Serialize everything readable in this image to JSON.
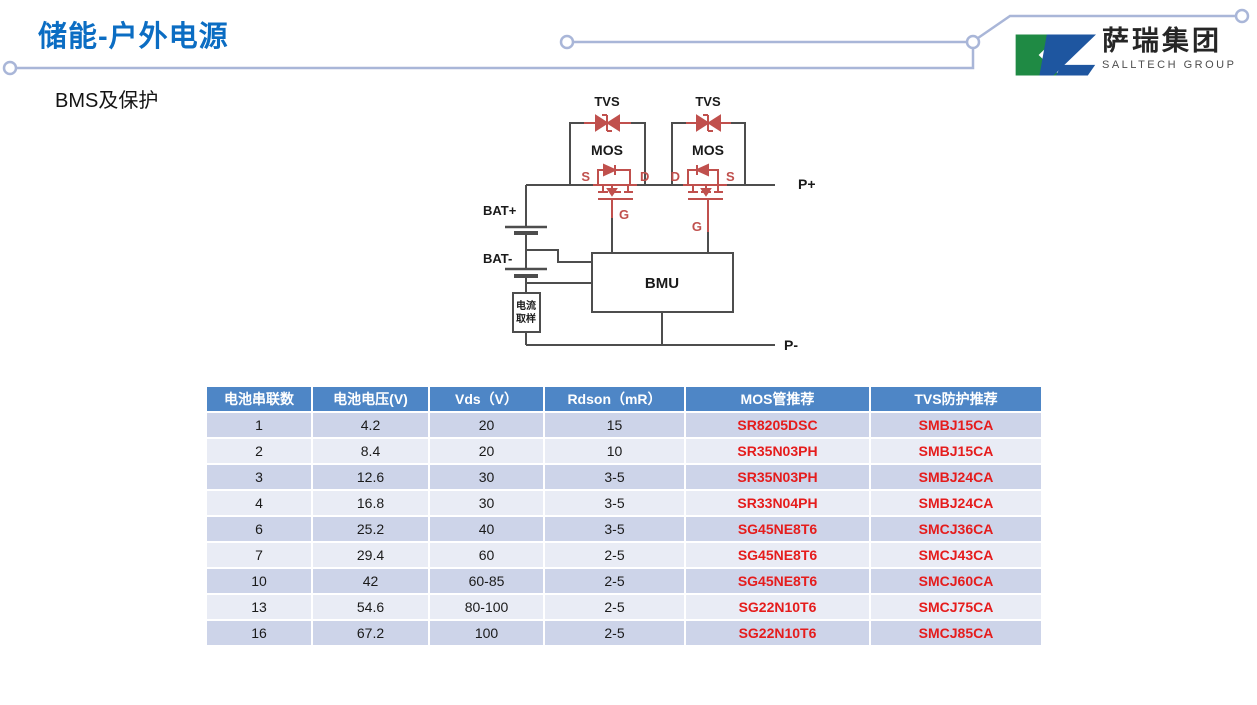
{
  "header": {
    "title": "储能-户外电源",
    "subtitle": "BMS及保护"
  },
  "logo": {
    "company_cn": "萨瑞集团",
    "company_en": "SALLTECH GROUP"
  },
  "colors": {
    "title_blue": "#0b6dc3",
    "table_header_blue": "#4e86c6",
    "row_dark": "#cdd4e9",
    "row_light": "#e9ecf5",
    "highlight_red": "#e51c1c",
    "circuit_red": "#c0504d",
    "circuit_gray": "#4d4d4d",
    "trace_decoration": "#a9b6d8",
    "logo_green": "#1f8a44",
    "logo_blue": "#1e56a0"
  },
  "circuit": {
    "tvs1_label": "TVS",
    "tvs2_label": "TVS",
    "mos1_label": "MOS",
    "mos2_label": "MOS",
    "mos1_source": "S",
    "mos1_drain": "D",
    "mos1_gate": "G",
    "mos2_drain": "D",
    "mos2_source": "S",
    "mos2_gate": "G",
    "bat_plus": "BAT+",
    "bat_minus": "BAT-",
    "bmu_label": "BMU",
    "current_sample_line1": "电流",
    "current_sample_line2": "取样",
    "p_plus": "P+",
    "p_minus": "P-"
  },
  "table": {
    "headers": [
      "电池串联数",
      "电池电压(V)",
      "Vds（V）",
      "Rdson（mR）",
      "MOS管推荐",
      "TVS防护推荐"
    ],
    "rows": [
      [
        "1",
        "4.2",
        "20",
        "15",
        "SR8205DSC",
        "SMBJ15CA"
      ],
      [
        "2",
        "8.4",
        "20",
        "10",
        "SR35N03PH",
        "SMBJ15CA"
      ],
      [
        "3",
        "12.6",
        "30",
        "3-5",
        "SR35N03PH",
        "SMBJ24CA"
      ],
      [
        "4",
        "16.8",
        "30",
        "3-5",
        "SR33N04PH",
        "SMBJ24CA"
      ],
      [
        "6",
        "25.2",
        "40",
        "3-5",
        "SG45NE8T6",
        "SMCJ36CA"
      ],
      [
        "7",
        "29.4",
        "60",
        "2-5",
        "SG45NE8T6",
        "SMCJ43CA"
      ],
      [
        "10",
        "42",
        "60-85",
        "2-5",
        "SG45NE8T6",
        "SMCJ60CA"
      ],
      [
        "13",
        "54.6",
        "80-100",
        "2-5",
        "SG22N10T6",
        "SMCJ75CA"
      ],
      [
        "16",
        "67.2",
        "100",
        "2-5",
        "SG22N10T6",
        "SMCJ85CA"
      ]
    ]
  }
}
